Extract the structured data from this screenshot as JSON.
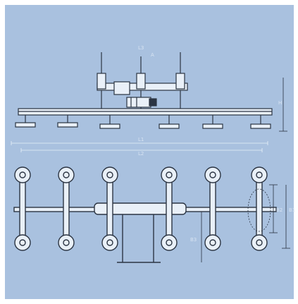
{
  "colors": {
    "background": "#a9c1df",
    "frame": "#ffffff",
    "line": "#2b3442",
    "light": "#e9f0f8"
  },
  "labels": {
    "h": "H",
    "a": "A",
    "l1": "L1",
    "l2": "L2",
    "b1": "B1",
    "b2": "B2",
    "b3": "B3",
    "top_dim": "L3"
  },
  "icons": {
    "pad": "suction-pad-icon",
    "motor": "motor-icon"
  }
}
